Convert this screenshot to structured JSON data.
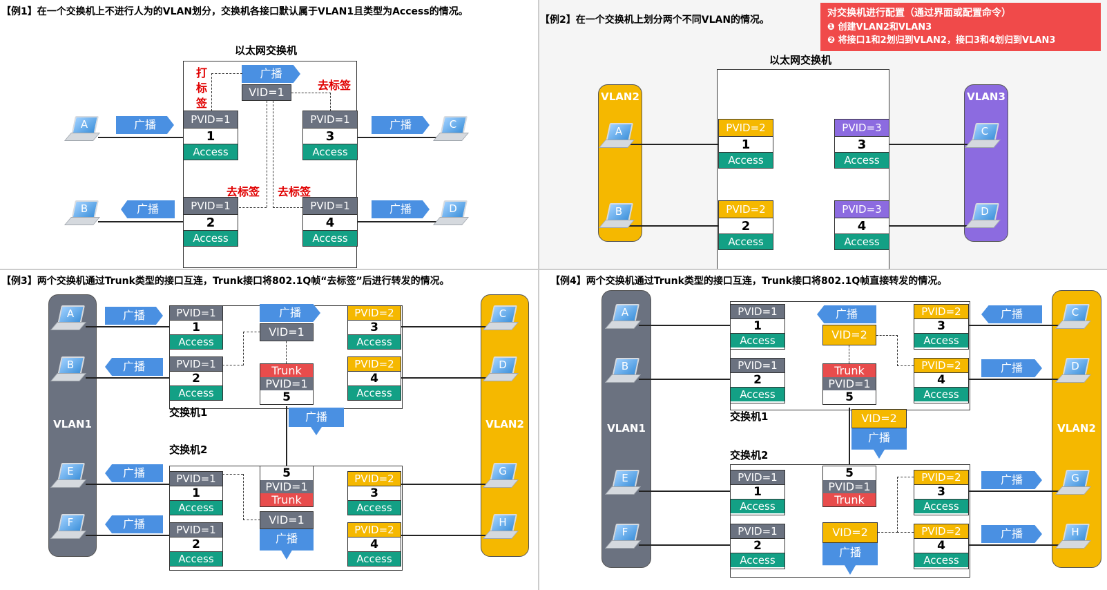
{
  "ex1": {
    "title": "【例1】在一个交换机上不进行人为的VLAN划分，交换机各接口默认属于VLAN1且类型为Access的情况。",
    "switch_name": "以太网交换机",
    "ports": [
      {
        "pvid": "PVID=1",
        "num": "1",
        "type": "Access"
      },
      {
        "pvid": "PVID=1",
        "num": "2",
        "type": "Access"
      },
      {
        "pvid": "PVID=1",
        "num": "3",
        "type": "Access"
      },
      {
        "pvid": "PVID=1",
        "num": "4",
        "type": "Access"
      }
    ],
    "broadcast": "广播",
    "vid": "VID=1",
    "tag_label": "打标签",
    "untag_label": "去标签",
    "hosts": [
      "A",
      "B",
      "C",
      "D"
    ]
  },
  "ex2": {
    "title": "【例2】在一个交换机上划分两个不同VLAN的情况。",
    "switch_name": "以太网交换机",
    "callout_title": "对交换机进行配置（通过界面或配置命令）",
    "callout_line1": "❶  创建VLAN2和VLAN3",
    "callout_line2": "❷  将接口1和2划归到VLAN2，接口3和4划归到VLAN3",
    "vlan_left": "VLAN2",
    "vlan_right": "VLAN3",
    "ports": [
      {
        "pvid": "PVID=2",
        "num": "1",
        "type": "Access"
      },
      {
        "pvid": "PVID=2",
        "num": "2",
        "type": "Access"
      },
      {
        "pvid": "PVID=3",
        "num": "3",
        "type": "Access"
      },
      {
        "pvid": "PVID=3",
        "num": "4",
        "type": "Access"
      }
    ],
    "hosts": [
      "A",
      "B",
      "C",
      "D"
    ]
  },
  "ex3": {
    "title": "【例3】两个交换机通过Trunk类型的接口互连，Trunk接口将802.1Q帧“去标签”后进行转发的情况。",
    "switch1": "交换机1",
    "switch2": "交换机2",
    "vlan_left": "VLAN1",
    "vlan_right": "VLAN2",
    "broadcast": "广播",
    "vid": "VID=1",
    "trunk": {
      "type": "Trunk",
      "pvid": "PVID=1",
      "num": "5"
    },
    "sw1_ports": [
      {
        "pvid": "PVID=1",
        "num": "1",
        "type": "Access"
      },
      {
        "pvid": "PVID=1",
        "num": "2",
        "type": "Access"
      },
      {
        "pvid": "PVID=2",
        "num": "3",
        "type": "Access"
      },
      {
        "pvid": "PVID=2",
        "num": "4",
        "type": "Access"
      }
    ],
    "sw2_ports": [
      {
        "pvid": "PVID=1",
        "num": "1",
        "type": "Access"
      },
      {
        "pvid": "PVID=1",
        "num": "2",
        "type": "Access"
      },
      {
        "pvid": "PVID=2",
        "num": "3",
        "type": "Access"
      },
      {
        "pvid": "PVID=2",
        "num": "4",
        "type": "Access"
      }
    ],
    "hosts": [
      "A",
      "B",
      "E",
      "F",
      "C",
      "D",
      "G",
      "H"
    ]
  },
  "ex4": {
    "title": "【例4】两个交换机通过Trunk类型的接口互连，Trunk接口将802.1Q帧直接转发的情况。",
    "switch1": "交换机1",
    "switch2": "交换机2",
    "vlan_left": "VLAN1",
    "vlan_right": "VLAN2",
    "broadcast": "广播",
    "vid": "VID=2",
    "trunk": {
      "type": "Trunk",
      "pvid": "PVID=1",
      "num": "5"
    },
    "sw1_ports": [
      {
        "pvid": "PVID=1",
        "num": "1",
        "type": "Access"
      },
      {
        "pvid": "PVID=1",
        "num": "2",
        "type": "Access"
      },
      {
        "pvid": "PVID=2",
        "num": "3",
        "type": "Access"
      },
      {
        "pvid": "PVID=2",
        "num": "4",
        "type": "Access"
      }
    ],
    "sw2_ports": [
      {
        "pvid": "PVID=1",
        "num": "1",
        "type": "Access"
      },
      {
        "pvid": "PVID=1",
        "num": "2",
        "type": "Access"
      },
      {
        "pvid": "PVID=2",
        "num": "3",
        "type": "Access"
      },
      {
        "pvid": "PVID=2",
        "num": "4",
        "type": "Access"
      }
    ],
    "hosts": [
      "A",
      "B",
      "E",
      "F",
      "C",
      "D",
      "G",
      "H"
    ]
  },
  "colors": {
    "gray": "#6b7280",
    "gold": "#f5b800",
    "purple": "#8c6be0",
    "access": "#13a085",
    "blue": "#4a90e2",
    "trunk": "#e84c4c",
    "red_text": "#e00000"
  }
}
